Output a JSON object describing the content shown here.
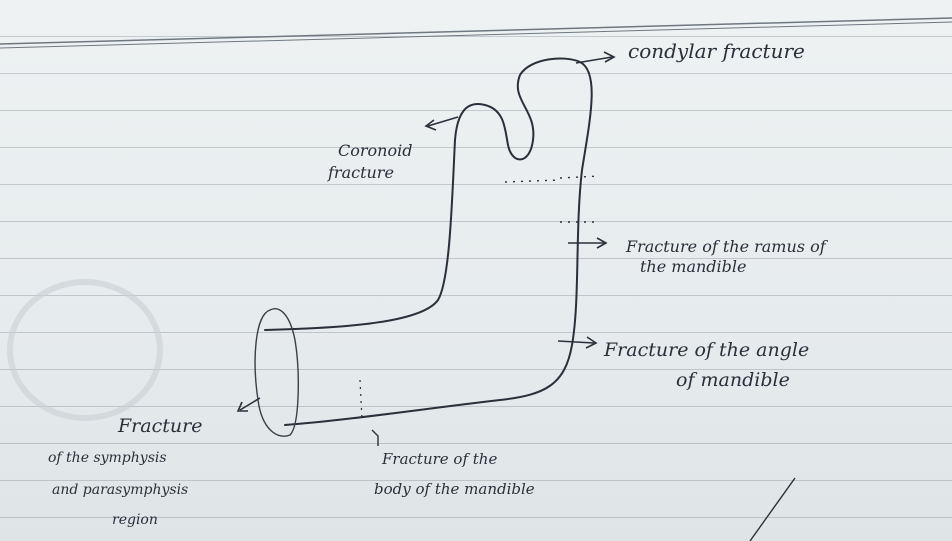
{
  "colors": {
    "paper": "#e9eef0",
    "ink": "#2a2f3a",
    "rule": "#8a949c"
  },
  "labels": {
    "condylar": "condylar fracture",
    "coronoid_line1": "Coronoid",
    "coronoid_line2": "fracture",
    "ramus_line1": "Fracture of the ramus of",
    "ramus_line2": "the mandible",
    "angle_line1": "Fracture of the angle",
    "angle_line2": "of mandible",
    "symphysis_line1": "Fracture",
    "symphysis_line2": "of the symphysis",
    "symphysis_line3": "and parasymphysis",
    "symphysis_line4": "region",
    "body_line1": "Fracture of the",
    "body_line2": "body of the mandible"
  }
}
